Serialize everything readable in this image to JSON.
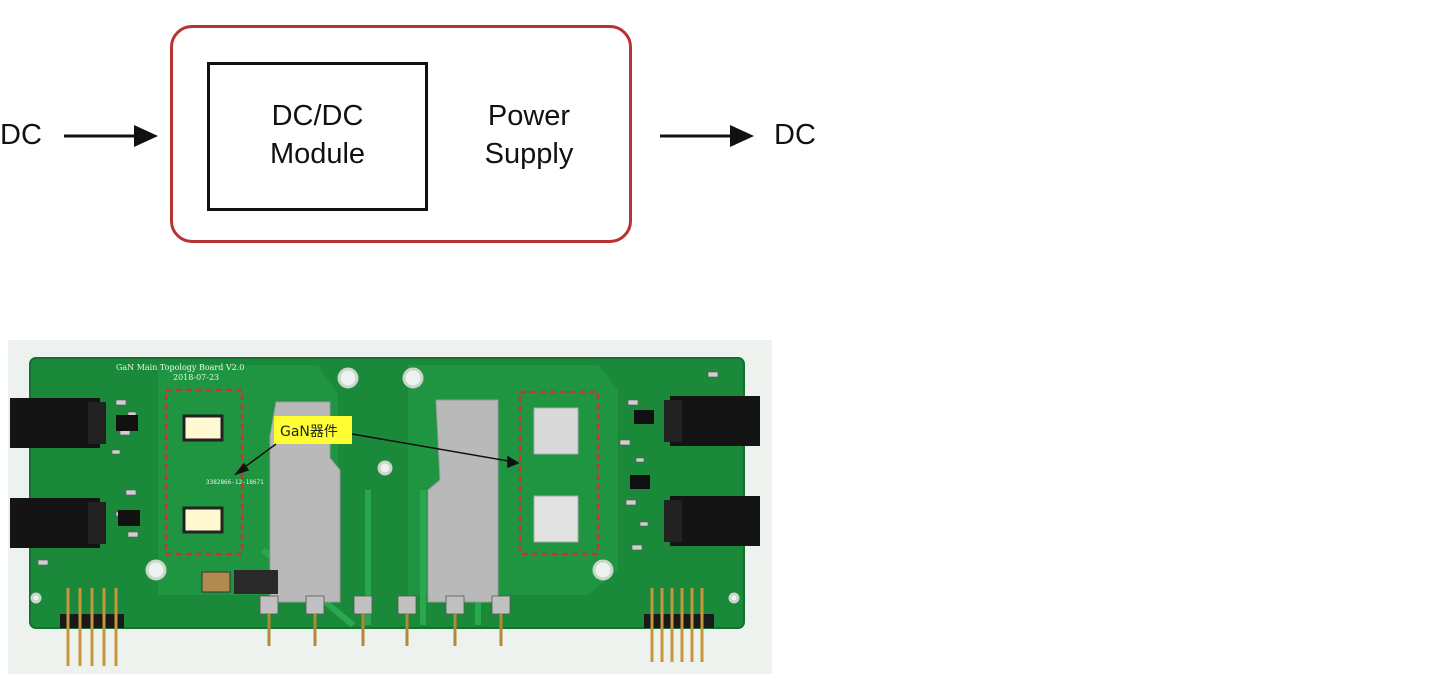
{
  "diagram": {
    "input_label": "DC",
    "output_label": "DC",
    "module_line1": "DC/DC",
    "module_line2": "Module",
    "supply_line1": "Power",
    "supply_line2": "Supply"
  },
  "board_photo": {
    "silkscreen_title": "GaN Main Topology Board V2.0",
    "silkscreen_date": "2018-07-23",
    "callout_label": "GaN器件",
    "colors": {
      "pcb": "#1a8a3a",
      "highlight_box": "#c0392b",
      "callout_bg": "#ffff33",
      "heatsink": "#b9b9b9"
    }
  }
}
